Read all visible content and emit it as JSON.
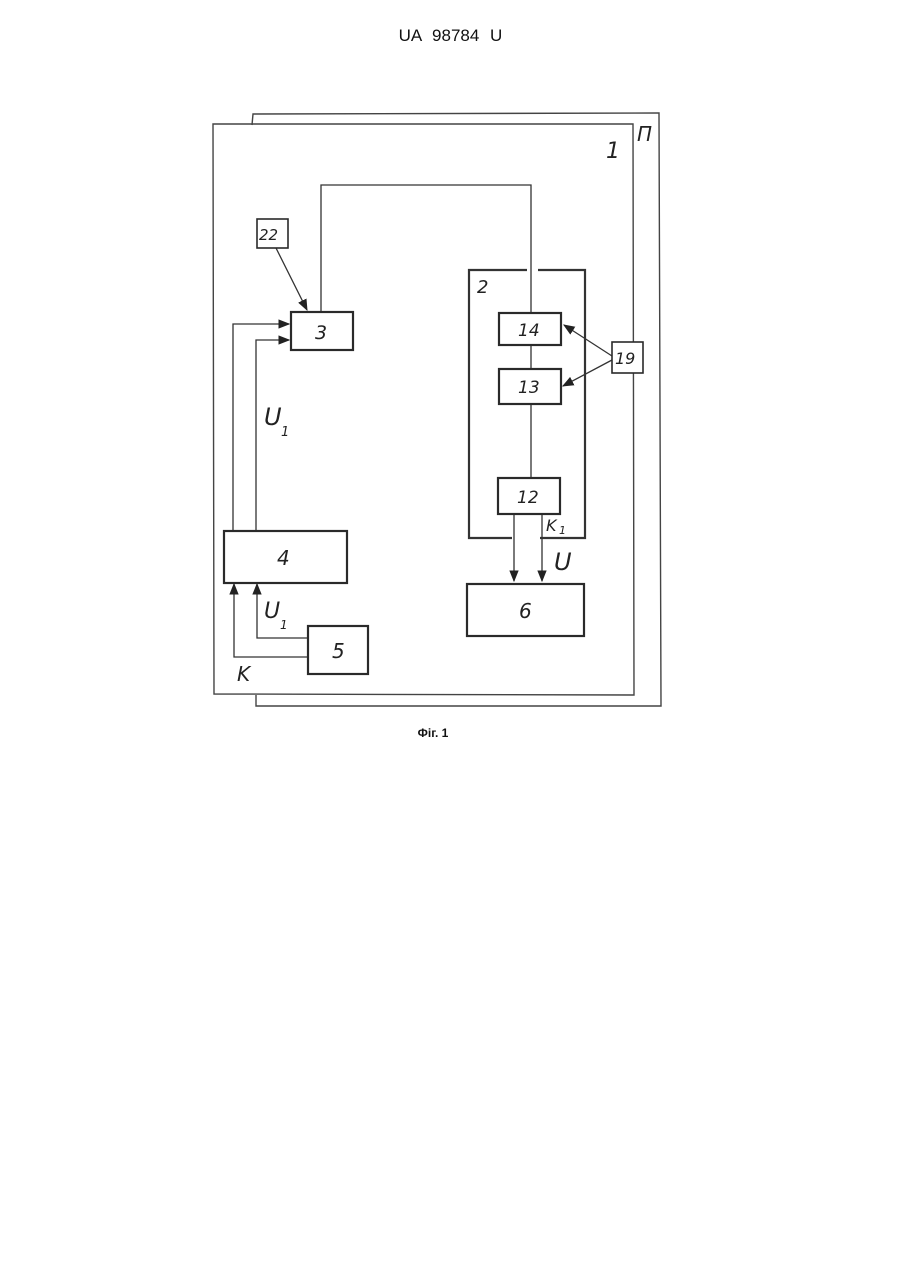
{
  "header": {
    "doc_id": "UA   98784   U"
  },
  "caption": "Фіг. 1",
  "diagram": {
    "blocks": {
      "b1": "1",
      "b2": "2",
      "b3": "3",
      "b4": "4",
      "b5": "5",
      "b6": "6",
      "b12": "12",
      "b13": "13",
      "b14": "14",
      "b19": "19",
      "b22": "22"
    },
    "labels": {
      "p": "П",
      "u1_top": "U",
      "u1_top_sub": "1",
      "u1_bottom": "U",
      "u1_bottom_sub": "1",
      "k": "K",
      "k1": "K",
      "k1_sub": "1",
      "u": "U"
    }
  }
}
